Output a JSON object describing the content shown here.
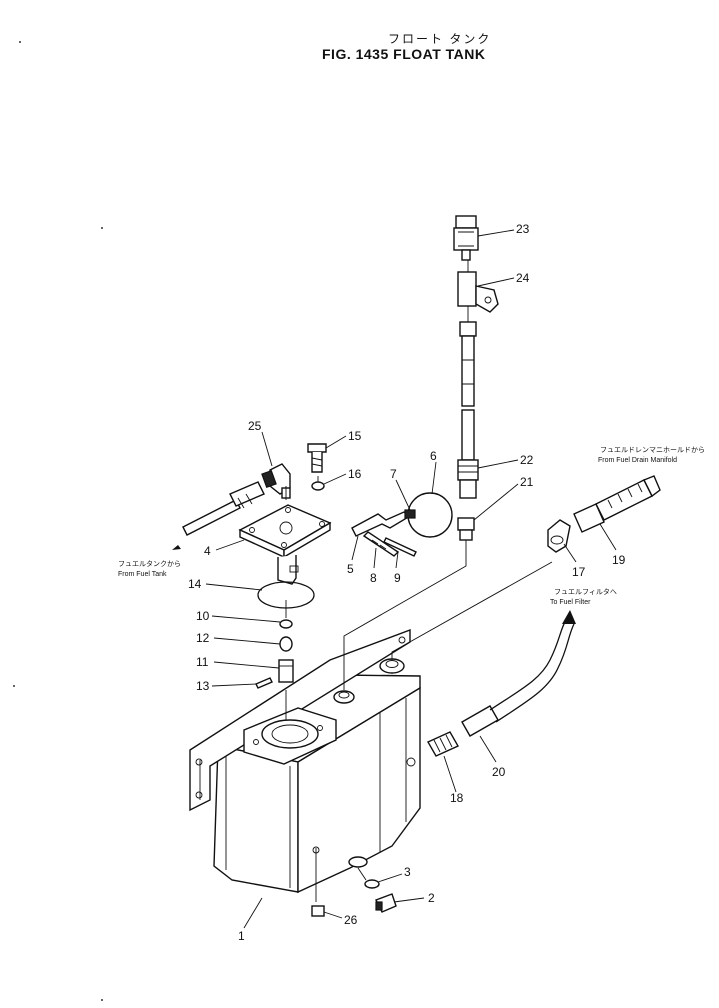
{
  "figure": {
    "title_jp": "フロート タンク",
    "title": "FIG. 1435  FLOAT TANK"
  },
  "callouts": [
    "1",
    "2",
    "3",
    "4",
    "5",
    "6",
    "7",
    "8",
    "9",
    "10",
    "11",
    "12",
    "13",
    "14",
    "15",
    "16",
    "17",
    "18",
    "19",
    "20",
    "21",
    "22",
    "23",
    "24",
    "25",
    "26"
  ],
  "notes": {
    "from_tank_jp": "フュエルタンクから",
    "from_tank_en": "From Fuel Tank",
    "to_filter_jp": "フュエルフィルタへ",
    "to_filter_en": "To Fuel Filter",
    "from_drain_jp": "フュエルドレンマニホールドから",
    "from_drain_en": "From Fuel Drain Manifold"
  }
}
